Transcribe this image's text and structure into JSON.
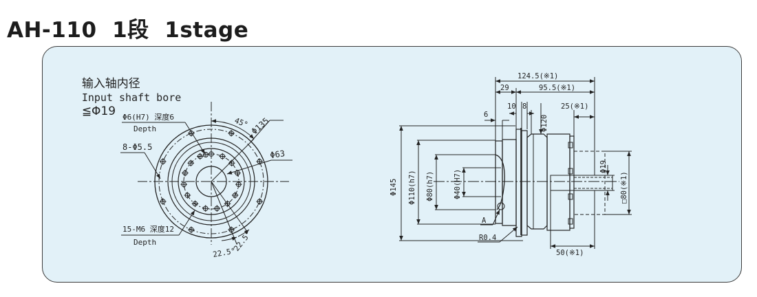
{
  "title": "AH-110  1段  1stage",
  "caption": {
    "label_cn": "输入轴内径",
    "label_en": "Input shaft bore",
    "value": "≦Φ19"
  },
  "front_view": {
    "callout_top": "Φ6(H7) 深度6",
    "callout_top_en": "Depth",
    "holes": "8-Φ5.5",
    "angle_top": "45°",
    "dia_outer": "Φ135",
    "dia_inner": "Φ63",
    "callout_bottom": "15-M6 深度12",
    "callout_bottom_en": "Depth",
    "angle_bottom_1": "22.5°",
    "angle_bottom_2": "22.5°"
  },
  "side_view": {
    "dim_overall": "124.5(※1)",
    "dim_29": "29",
    "dim_95": "95.5(※1)",
    "dim_6": "6",
    "dim_10": "10",
    "dim_8": "8",
    "dim_25": "25(※1)",
    "dim_phi120": "Φ120",
    "dim_phi145": "Φ145",
    "dim_phi110": "Φ110(h7)",
    "dim_phi80": "Φ80(h7)",
    "dim_phi40": "Φ40(H7)",
    "dim_phi19": "Φ19",
    "dim_sq80": "□80(※1)",
    "dim_50": "50(※1)",
    "label_a": "A",
    "label_r": "R0.4"
  }
}
